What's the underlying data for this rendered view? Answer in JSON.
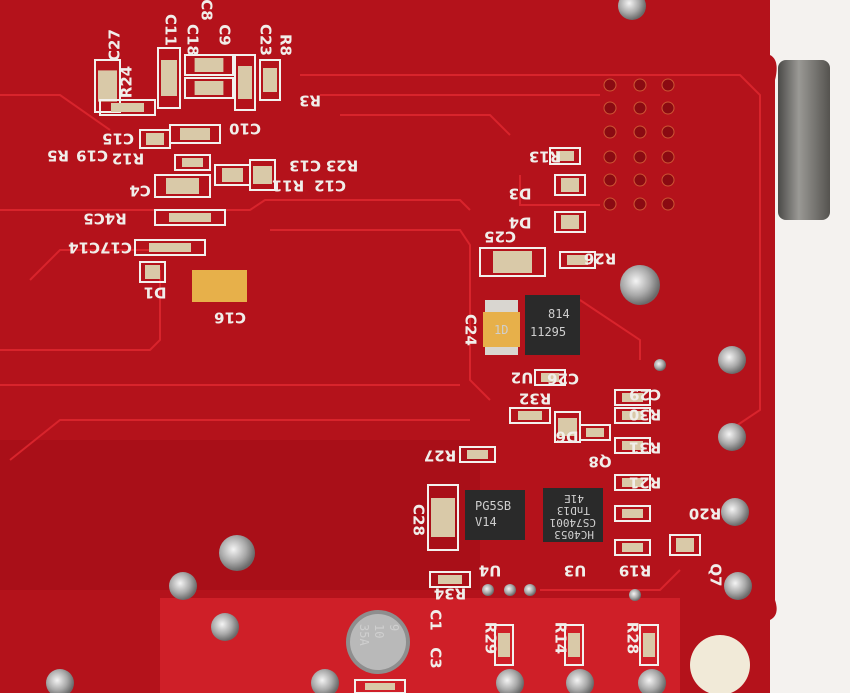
{
  "colors": {
    "board": "#b4121b",
    "board_light": "#cf1f28",
    "silkscreen": "#f1eeea",
    "chip": "#2a2a2a",
    "tantalum": "#e7b04a",
    "background": "#f4f2ef",
    "connector": "#6b6a68"
  },
  "silkscreen_labels": [
    "C27",
    "C11",
    "C18",
    "C8",
    "C9",
    "C23",
    "R8",
    "R24",
    "R3",
    "C10",
    "C15",
    "R5",
    "C19",
    "R12",
    "C13",
    "R23",
    "C12",
    "R11",
    "C4",
    "R4C5",
    "C17C14",
    "D1",
    "C16",
    "R13",
    "D3",
    "D4",
    "C25",
    "R26",
    "C24",
    "U2",
    "C26",
    "C29",
    "R32",
    "R30",
    "D6",
    "R31",
    "Q8",
    "R27",
    "R21",
    "C28",
    "R20",
    "U4",
    "U3",
    "R19",
    "R34",
    "Q7",
    "C1",
    "C3",
    "R29",
    "R14",
    "R28"
  ],
  "chips": {
    "u2": {
      "line1": "814",
      "line2": "11295"
    },
    "u4": {
      "line1": "PG5SB",
      "line2": "V14"
    },
    "u3": {
      "line1": "HC4053",
      "line2": "CS74001",
      "line3": "TnD13",
      "line4": "41E"
    }
  },
  "capacitor_c1": {
    "line1": "9",
    "line2": "10",
    "line3": "35A"
  },
  "tantalum_c24": "1D"
}
